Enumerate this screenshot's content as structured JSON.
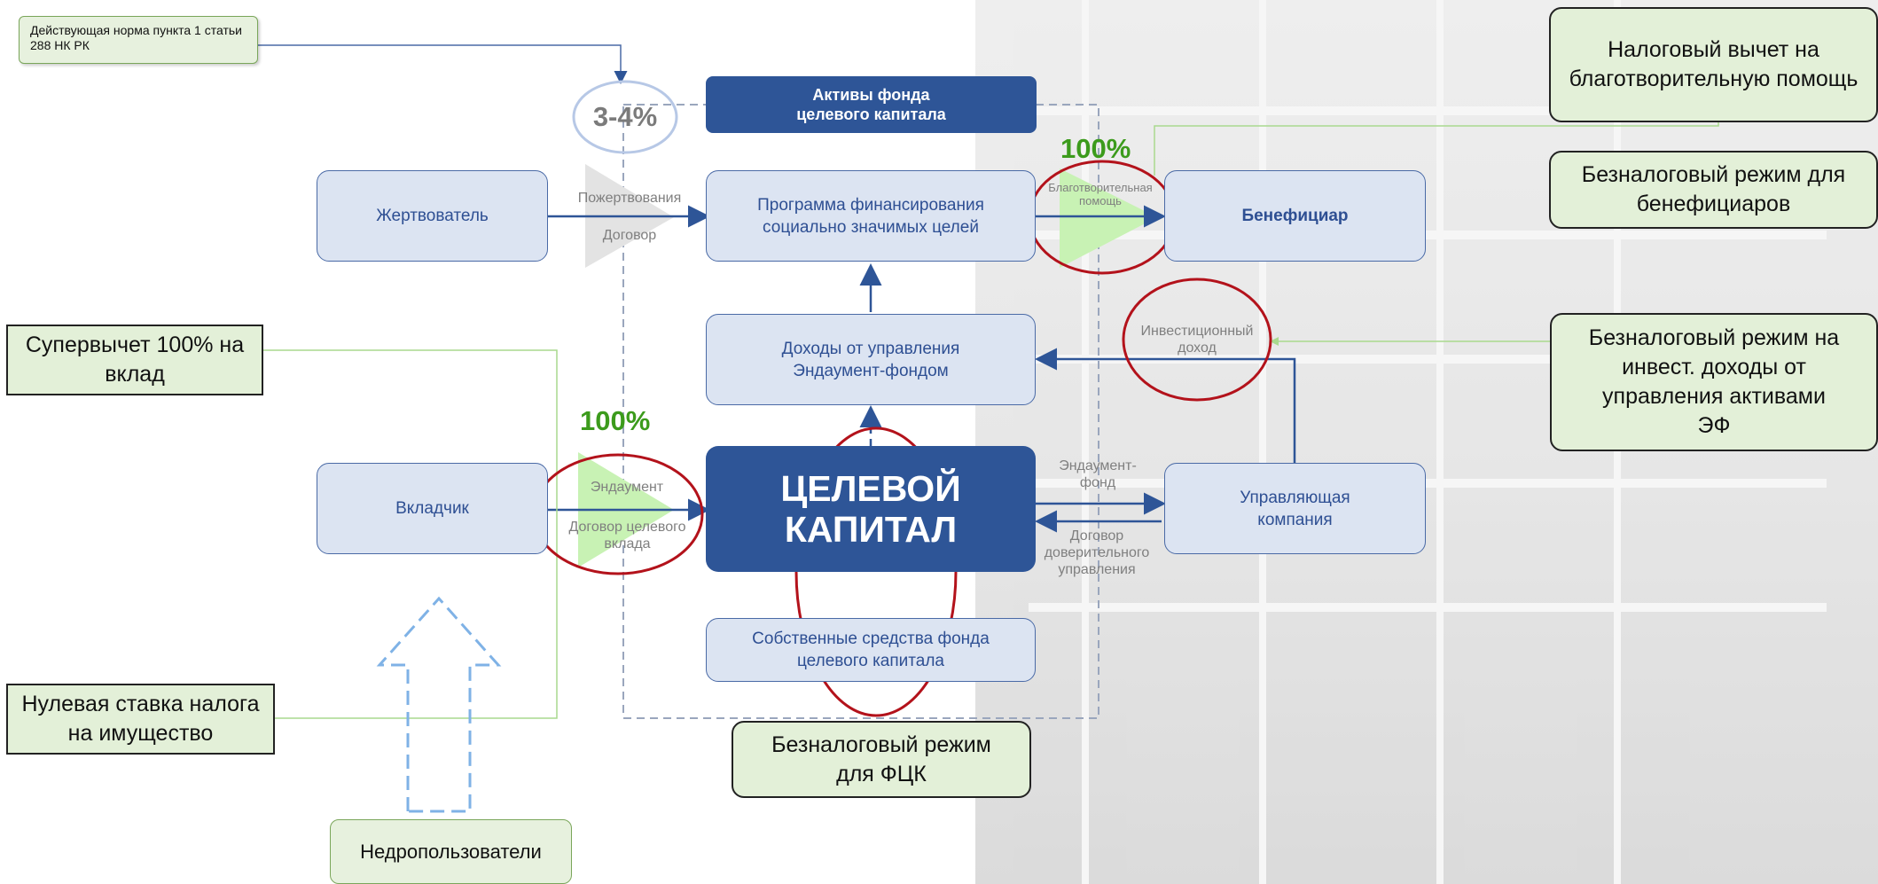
{
  "top_note": "Действующая норма пункта 1 статьи 288 НК РК",
  "percent_3_4": "3-4%",
  "assets_title": "Активы фонда\nцелевого капитала",
  "donor": "Жертвователь",
  "donation_label": "Пожертвования",
  "contract_label": "Договор",
  "program": "Программа финансирования социально значимых целей",
  "charity_percent": "100%",
  "charity_label": "Благотворительная помощь",
  "beneficiary": "Бенефициар",
  "income": "Доходы от управления Эндаумент-фондом",
  "invest_income_label": "Инвестиционный доход",
  "contributor": "Вкладчик",
  "endowment_percent": "100%",
  "endowment_label": "Эндаумент",
  "target_contract_label": "Договор целевого вклада",
  "capital": "ЦЕЛЕВОЙ КАПИТАЛ",
  "endowment_fund_label": "Эндаумент-фонд",
  "trust_contract_label": "Договор доверительного управления",
  "management_company": "Управляющая компания",
  "own_funds": "Собственные средства фонда целевого капитала",
  "subsoil_users": "Недропользователи",
  "notes": {
    "super_deduction": "Супервычет 100% на вклад",
    "zero_property_tax": "Нулевая ставка налога на имущество",
    "tax_free_fck": "Безналоговый режим для ФЦК",
    "tax_deduction_charity": "Налоговый вычет на благотворительную помощь",
    "tax_free_beneficiaries": "Безналоговый режим для бенефициаров",
    "tax_free_invest": "Безналоговый режим на инвест. доходы от управления активами ЭФ"
  },
  "colors": {
    "box_fill": "#dce4f2",
    "box_border": "#4a6aa6",
    "dark_blue": "#2e5597",
    "note_fill": "#e3f0d8",
    "percent_green": "#3c9b1c",
    "highlight_red": "#b3121b"
  }
}
